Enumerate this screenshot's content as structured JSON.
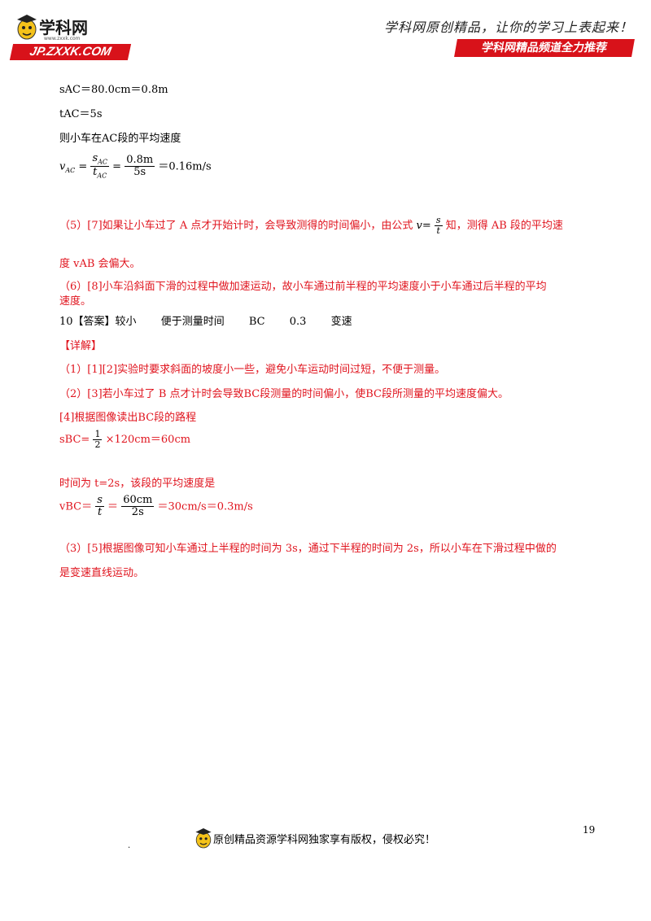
{
  "header": {
    "logo_text": "学科网",
    "logo_sub": "www.zxxk.com",
    "logo_banner": "JP.ZXXK.COM",
    "slogan": "学科网原创精品，让你的学习上表起来！",
    "channel": "学科网精品频道全力推荐"
  },
  "body": {
    "l1": "sAC＝80.0cm＝0.8m",
    "l2": "tAC＝5s",
    "l3": "则小车在AC段的平均速度",
    "eq1": {
      "lhs_v": "v",
      "lhs_sub": "AC",
      "s": "s",
      "s_sub": "AC",
      "t": "t",
      "t_sub": "AC",
      "num": "0.8m",
      "den": "5s",
      "result": "＝0.16m/s"
    },
    "p5_a": "（5）[7]如果让小车过了 A 点才开始计时，会导致测得的时间偏小，由公式",
    "p5_formula": {
      "v": "v",
      "eq": "=",
      "s": "s",
      "t": "t"
    },
    "p5_b": "知，测得 AB 段的平均速",
    "p5_c": "度 vAB 会偏大。",
    "p6_a": "（6）[8]小车沿斜面下滑的过程中做加速运动，故小车通过前半程的平均速度小于小车通过后半程的平均",
    "p6_b": "速度。",
    "ans": {
      "num": "10【答案】",
      "a1": "较小",
      "a2": "便于测量时间",
      "a3": "BC",
      "a4": "0.3",
      "a5": "变速"
    },
    "detail": "【详解】",
    "d1": "（1）[1][2]实验时要求斜面的坡度小一些，避免小车运动时间过短，不便于测量。",
    "d2": "（2）[3]若小车过了 B 点才计时会导致BC段测量的时间偏小，使BC段所测量的平均速度偏大。",
    "d3": "[4]根据图像读出BC段的路程",
    "eq2": {
      "lhs": "sBC=",
      "num": "1",
      "den": "2",
      "rest": "×120cm＝60cm"
    },
    "d4": "时间为 t=2s，该段的平均速度是",
    "eq3": {
      "lhs": "vBC＝",
      "s": "s",
      "t": "t",
      "eq": "＝",
      "num": "60cm",
      "den": "2s",
      "rest": "＝30cm/s＝0.3m/s"
    },
    "d5a": "（3）[5]根据图像可知小车通过上半程的时间为 3s，通过下半程的时间为 2s，所以小车在下滑过程中做的",
    "d5b": "是变速直线运动。"
  },
  "footer": {
    "page": "19",
    "text": "原创精品资源学科网独家享有版权，侵权必究！",
    "dot": "."
  }
}
